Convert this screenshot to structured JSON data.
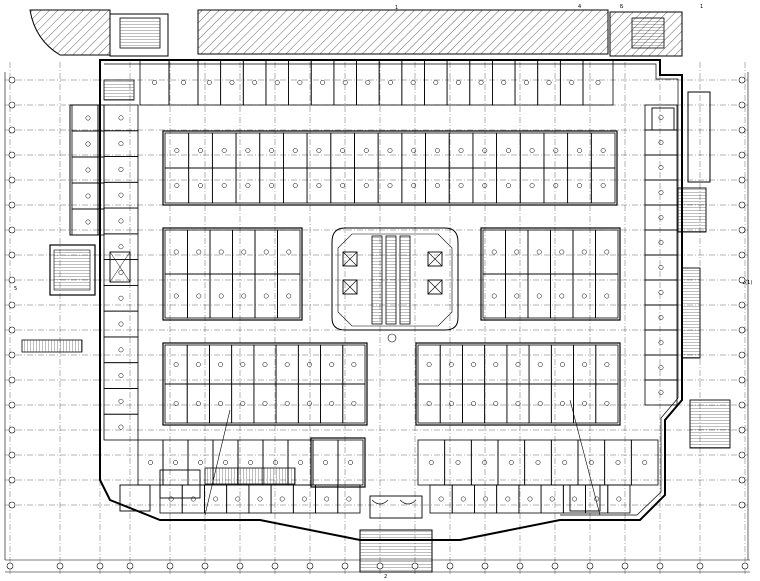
{
  "drawing": {
    "label_a": "1",
    "label_b": "2",
    "label_c": "1(1)",
    "label_d": "5",
    "label_e": "Б",
    "label_f": "1",
    "label_g": "4"
  },
  "stalls": {
    "block_count": 6
  }
}
